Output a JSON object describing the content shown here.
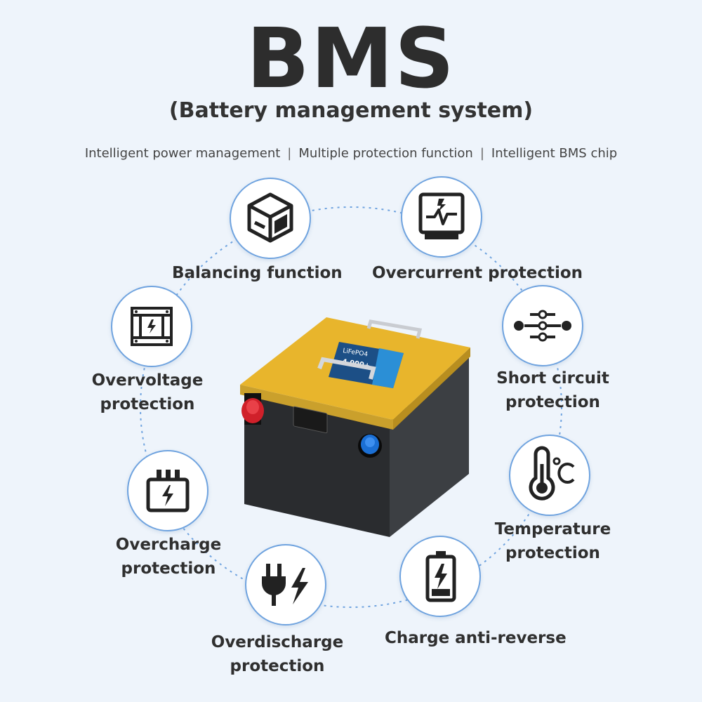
{
  "header": {
    "title": "BMS",
    "subtitle": "(Battery management system)"
  },
  "taglines": [
    "Intelligent power management",
    "Multiple protection function",
    "Intelligent BMS chip"
  ],
  "features": {
    "balancing": [
      "Balancing function"
    ],
    "overcurrent": [
      "Overcurrent protection"
    ],
    "overvoltage": [
      "Overvoltage",
      "protection"
    ],
    "short_circuit": [
      "Short circuit",
      "protection"
    ],
    "overcharge": [
      "Overcharge",
      "protection"
    ],
    "temperature": [
      "Temperature",
      "protection"
    ],
    "overdischarge": [
      "Overdischarge",
      "protection"
    ],
    "charge_anti_reverse": [
      "Charge anti-reverse"
    ]
  },
  "battery": {
    "label_lines": [
      "LiFePO4",
      "4,000+"
    ]
  },
  "colors": {
    "ring": "#6fa3df",
    "lid": "#e8b52c",
    "body": "#2f3134",
    "positive_terminal": "#d0202a",
    "negative_terminal": "#1b6fd4"
  }
}
